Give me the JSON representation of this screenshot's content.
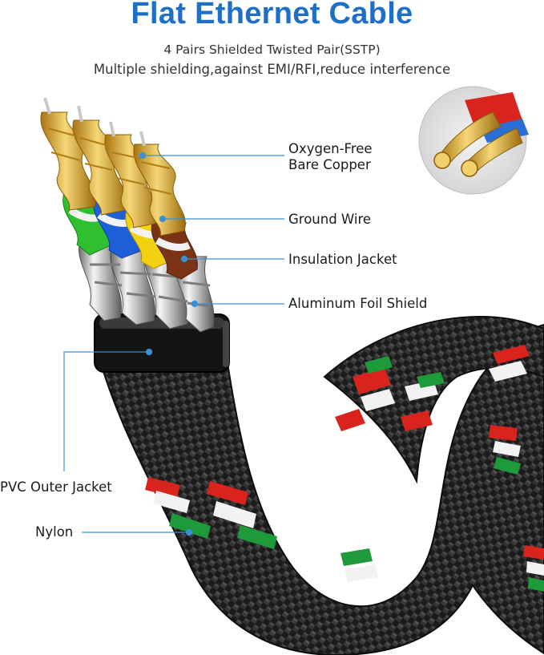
{
  "header": {
    "title": "Flat Ethernet Cable",
    "subtitle_line1": "4 Pairs Shielded Twisted Pair(SSTP)",
    "subtitle_line2": "Multiple shielding,against EMI/RFI,reduce interference"
  },
  "labels": {
    "oxygen_free_line1": "Oxygen-Free",
    "oxygen_free_line2": "Bare Copper",
    "ground_wire": "Ground Wire",
    "insulation_jacket": "Insulation Jacket",
    "aluminum_foil_shield": "Aluminum Foil Shield",
    "pvc_outer_jacket": "PVC Outer Jacket",
    "nylon": "Nylon"
  },
  "colors": {
    "title": "#1f6fc9",
    "leader_line": "#3b8fd6",
    "braid_red": "#d9241e",
    "braid_green": "#1f9a3a",
    "braid_white": "#f2f2f2",
    "wire_green": "#2fbf2f",
    "wire_blue": "#1d5fd8",
    "wire_yellow": "#f2d20f",
    "wire_brown": "#7a3315",
    "copper": "#d9a93a"
  }
}
